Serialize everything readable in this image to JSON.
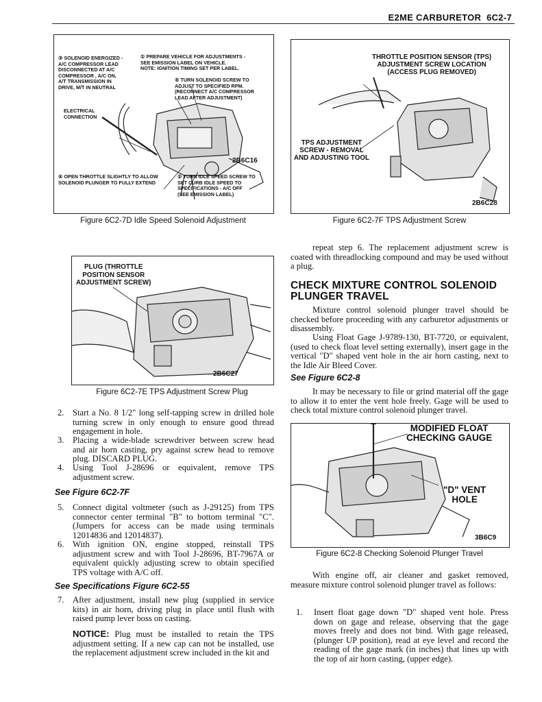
{
  "header": {
    "title": "E2ME CARBURETOR",
    "page": "6C2-7"
  },
  "fig7d": {
    "label1": "① PREPARE VEHICLE FOR ADJUSTMENTS -\nSEE EMISSION LABEL ON VEHICLE.\nNOTE: IGNITION TIMING SET PER LABEL.",
    "label3": "③ SOLENOID ENERGIZED -\nA/C COMPRESSOR LEAD\nDISCONNECTED AT A/C\nCOMPRESSOR , A/C ON,\nA/T TRANSMISSION IN\nDRIVE, M/T IN NEUTRAL",
    "label5": "⑤ TURN SOLENOID SCREW TO\nADJUST TO SPECIFIED RPM.\n(RECONNECT A/C COMPRESSOR\nLEAD AFTER ADJUSTMENT)",
    "label_elec": "ELECTRICAL\nCONNECTION",
    "code": "2B6C16",
    "label4": "④ OPEN THROTTLE SLIGHTLY TO ALLOW\nSOLENOID PLUNGER TO FULLY EXTEND",
    "label2": "② TURN IDLE SPEED SCREW TO\nSET CURB IDLE SPEED TO\nSPECIFICATIONS - A/C OFF\n(SEE EMISSION LABEL)",
    "caption": "Figure 6C2-7D Idle Speed Solenoid Adjustment"
  },
  "fig7f": {
    "label_top": "THROTTLE POSITION SENSOR (TPS)\nADJUSTMENT SCREW LOCATION\n(ACCESS PLUG REMOVED)",
    "label_tool": "TPS ADJUSTMENT\nSCREW - REMOVAL\nAND ADJUSTING TOOL",
    "code": "2B6C28",
    "caption": "Figure 6C2-7F TPS Adjustment Screw"
  },
  "fig7e": {
    "label": "PLUG (THROTTLE\nPOSITION SENSOR\nADJUSTMENT SCREW)",
    "code": "2B6C27",
    "caption": "Figure 6C2-7E TPS Adjustment Screw Plug"
  },
  "fig8": {
    "label_gauge": "MODIFIED FLOAT\nCHECKING GAUGE",
    "label_vent": "\"D\" VENT\nHOLE",
    "code": "3B6C9",
    "caption": "Figure 6C2-8 Checking Solenoid Plunger Travel"
  },
  "left": {
    "item2_num": "2.",
    "item2": "Start a No. 8 1/2\" long self-tapping screw in drilled hole turning screw in only enough to ensure good thread engagement in hole.",
    "item3_num": "3.",
    "item3": "Placing a wide-blade screwdriver between screw head and air horn casting, pry against screw head to remove plug. DISCARD PLUG.",
    "item4_num": "4.",
    "item4": "Using Tool J-28696 or equivalent, remove TPS adjustment screw.",
    "see1": "See Figure 6C2-7F",
    "item5_num": "5.",
    "item5": "Connect digital voltmeter (such as J-29125) from TPS connector center terminal \"B\" to bottom terminal \"C\". (Jumpers for access can be made using terminals 12014836 and 12014837).",
    "item6_num": "6.",
    "item6": "With ignition ON, engine stopped, reinstall TPS adjustment screw and with Tool J-28696, BT-7967A or equivalent quickly adjusting screw to obtain specified TPS voltage with A/C off.",
    "see2": "See Specifications Figure 6C2-55",
    "item7_num": "7.",
    "item7": "After adjustment, install new plug (supplied in service kits) in air horn, driving plug in place until flush with raised pump lever boss on casting.",
    "notice_label": "NOTICE:",
    "notice": " Plug must be installed to retain the TPS adjustment setting. If a new cap can not be installed, use the replacement adjustment screw included in the kit and"
  },
  "right": {
    "para1": "repeat step 6. The replacement adjustment screw is coated with threadlocking compound and may be used without a plug.",
    "heading": "CHECK MIXTURE CONTROL SOLENOID\nPLUNGER TRAVEL",
    "para2": "Mixture control solenoid plunger travel should be checked before proceeding with any carburetor adjustments or disassembly.",
    "para3": "Using Float Gage J-9789-130, BT-7720, or equivalent, (used to check float level setting externally), insert gage in the vertical \"D\" shaped vent hole in the air horn casting, next to the Idle Air Bleed Cover.",
    "see": "See Figure 6C2-8",
    "para4": "It may be necessary to file or grind material off the gage to allow it to enter the vent hole freely. Gage will be used to check total mixture control solenoid plunger travel.",
    "para5": "With engine off, air cleaner and gasket removed, measure mixture control solenoid plunger travel as follows:",
    "item1_num": "1.",
    "item1": "Insert float gage down \"D\" shaped vent hole. Press down on gage and release, observing that the gage moves freely and does not bind. With gage released, (plunger UP position), read at eye level and record the reading of the gage mark (in inches) that lines up with the top of air horn casting, (upper edge)."
  }
}
